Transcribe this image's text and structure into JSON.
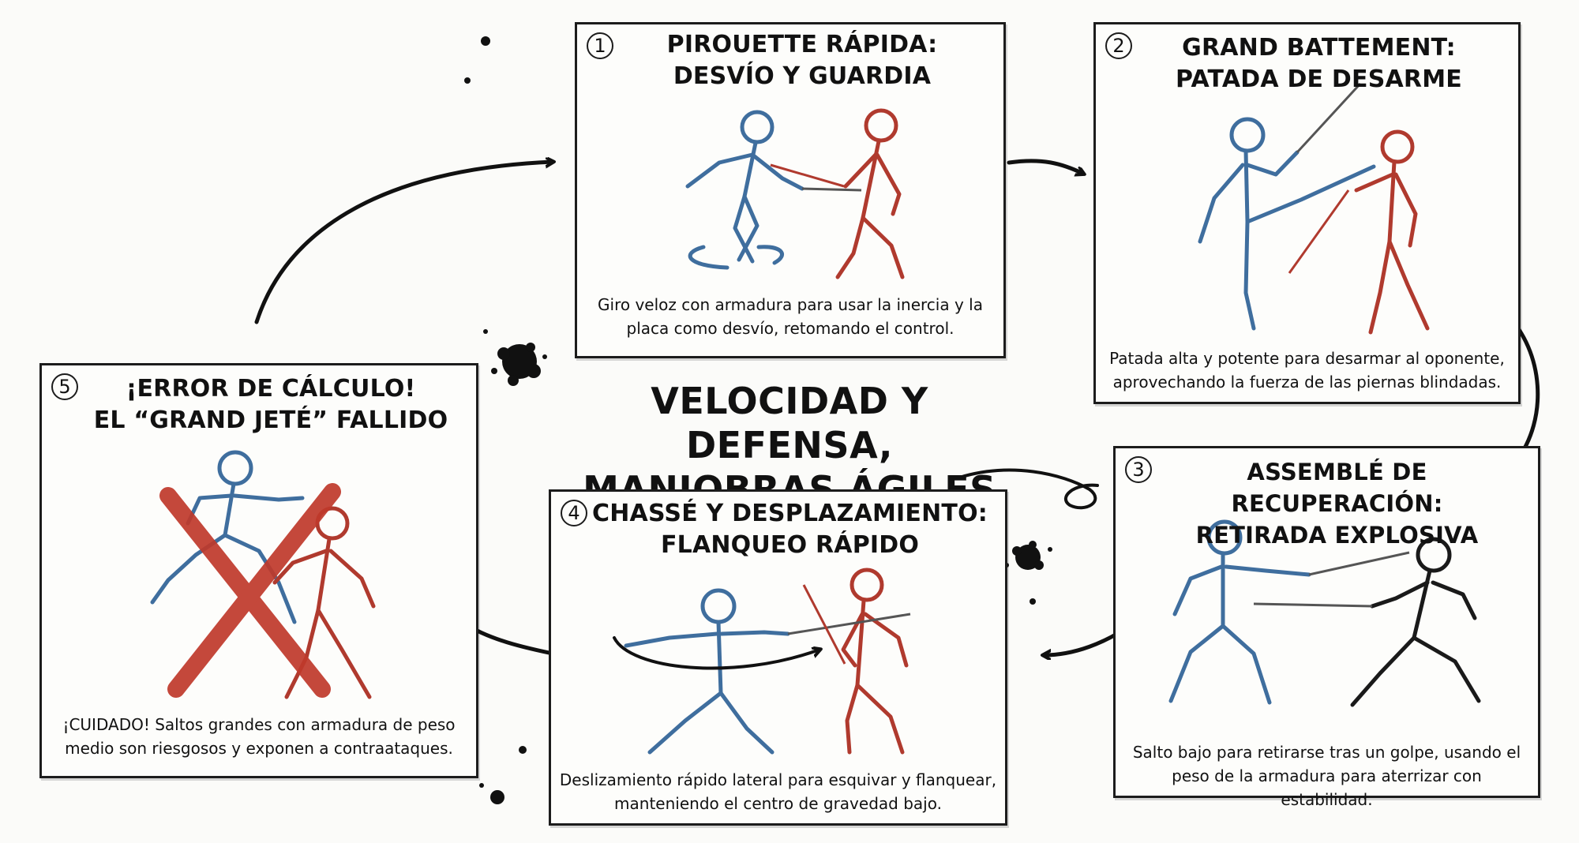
{
  "main_title": {
    "line1": "VELOCIDAD Y DEFENSA,",
    "line2": "MANIOBRAS ÁGILES"
  },
  "colors": {
    "blue_fencer": "#3f6e9e",
    "red_fencer": "#b03a2e",
    "black_fencer": "#1a1a1a",
    "cross_mark": "#c0392b",
    "ink": "#111111"
  },
  "panels": [
    {
      "number": "1",
      "title_line1": "PIROUETTE RÁPIDA:",
      "title_line2": "DESVÍO Y GUARDIA",
      "desc_line1": "Giro veloz con armadura para usar la inercia y la",
      "desc_line2": "placa como desvío, retomando el control."
    },
    {
      "number": "2",
      "title_line1": "GRAND BATTEMENT:",
      "title_line2": "PATADA DE DESARME",
      "desc_line1": "Patada alta y potente para desarmar al oponente,",
      "desc_line2": "aprovechando la fuerza de las piernas blindadas."
    },
    {
      "number": "3",
      "title_line1": "ASSEMBLÉ DE RECUPERACIÓN:",
      "title_line2": "RETIRADA EXPLOSIVA",
      "desc_line1": "Salto bajo para retirarse tras un golpe, usando el",
      "desc_line2": "peso de la armadura para aterrizar con estabilidad."
    },
    {
      "number": "4",
      "title_line1": "CHASSÉ Y DESPLAZAMIENTO:",
      "title_line2": "FLANQUEO RÁPIDO",
      "desc_line1": "Deslizamiento rápido lateral para esquivar y flanquear,",
      "desc_line2": "manteniendo el centro de gravedad bajo."
    },
    {
      "number": "5",
      "title_line1": "¡ERROR DE CÁLCULO!",
      "title_line2": "EL “GRAND JETÉ” FALLIDO",
      "desc_line1": "¡CUIDADO! Saltos grandes con armadura de peso",
      "desc_line2": "medio son riesgosos y exponen a contraataques."
    }
  ]
}
